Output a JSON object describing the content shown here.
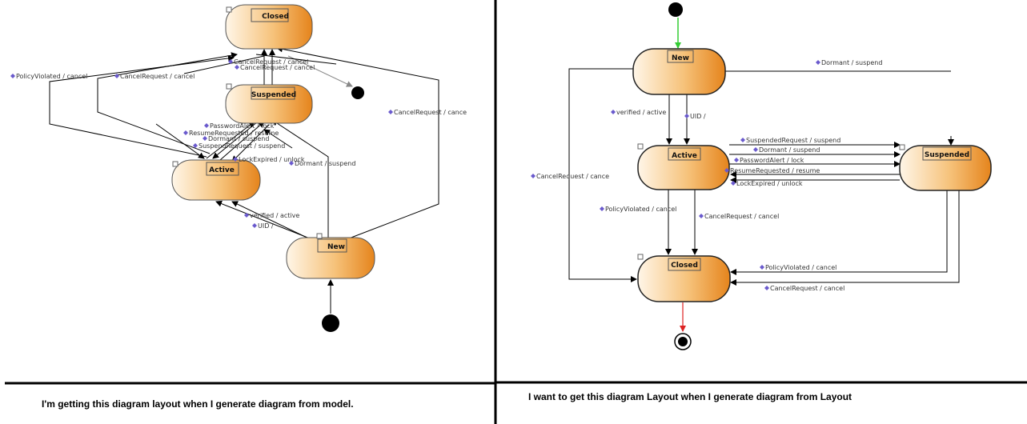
{
  "panels": {
    "left": {
      "caption": "I'm getting this diagram layout when I generate diagram from model.",
      "states": {
        "closed": "Closed",
        "suspended": "Suspended",
        "active": "Active",
        "new": "New"
      },
      "labels": {
        "policy_violated_outer": "PolicyViolated / cancel",
        "cancel_request_outer": "CancelRequest / cancel",
        "cancel_request_top1": "CancelRequest / cancel",
        "cancel_request_top2": "CancelRequest / cancel",
        "cancel_request_right": "CancelRequest / cance",
        "password_alert": "PasswordAlert / lock",
        "resume_requested": "ResumeRequested / resume",
        "dormant_mid": "Dormant / suspend",
        "suspend_request": "SuspendRequest / suspend",
        "lock_expired": "LockExpired / unlock",
        "dormant_right": "Dormant / suspend",
        "verified": "verified / active",
        "uid": "UID /"
      }
    },
    "right": {
      "caption": "I want to get this diagram Layout when I generate diagram from Layout",
      "states": {
        "new": "New",
        "active": "Active",
        "suspended": "Suspended",
        "closed": "Closed"
      },
      "labels": {
        "dormant_top": "Dormant / suspend",
        "verified": "verified / active",
        "uid": "UID /",
        "cancel_request_left": "CancelRequest / cance",
        "suspended_request": "SuspendedRequest / suspend",
        "dormant_mid": "Dormant / suspend",
        "password_alert": "PasswordAlert / lock",
        "resume_requested": "ResumeRequested / resume",
        "lock_expired": "LockExpired / unlock",
        "policy_violated_left": "PolicyViolated / cancel",
        "cancel_request_mid": "CancelRequest / cancel",
        "policy_violated_right": "PolicyViolated / cancel",
        "cancel_request_bottom": "CancelRequest / cancel"
      }
    }
  },
  "colors": {
    "state_light": "#fff3e0",
    "state_dark": "#e8871f",
    "initial_arrow": "#33cc33",
    "final_arrow": "#dd2222"
  }
}
